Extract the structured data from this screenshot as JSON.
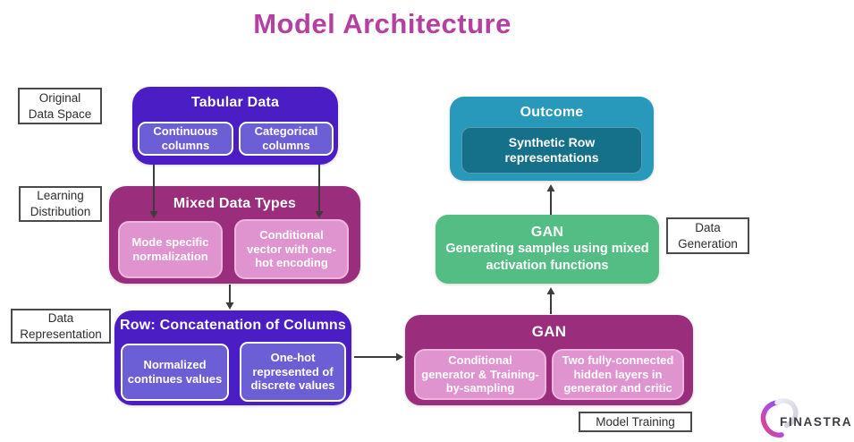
{
  "title": "Model Architecture",
  "labels": {
    "original_data_space": {
      "line1": "Original",
      "line2": "Data Space"
    },
    "learning_distribution": {
      "line1": "Learning",
      "line2": "Distribution"
    },
    "data_representation": {
      "line1": "Data",
      "line2": "Representation"
    },
    "data_generation": {
      "line1": "Data",
      "line2": "Generation"
    },
    "model_training": {
      "text": "Model Training"
    }
  },
  "nodes": {
    "tabular_data": {
      "title": "Tabular Data",
      "sub1": "Continuous columns",
      "sub2": "Categorical columns"
    },
    "mixed_data_types": {
      "title": "Mixed Data Types",
      "sub1": "Mode specific normalization",
      "sub2": "Conditional vector with one-hot encoding"
    },
    "row_concatenation": {
      "title": "Row: Concatenation of Columns",
      "sub1": "Normalized continues values",
      "sub2": "One-hot represented of discrete values"
    },
    "gan_training": {
      "title": "GAN",
      "sub1": "Conditional generator & Training-by-sampling",
      "sub2": "Two fully-connected hidden layers in generator and critic"
    },
    "gan_generation": {
      "title": "GAN",
      "subtitle": "Generating samples using mixed activation functions"
    },
    "outcome": {
      "title": "Outcome",
      "sub1": "Synthetic Row representations"
    }
  },
  "logo": {
    "brand": "FINASTRA"
  },
  "colors": {
    "title_text": "#B540A1",
    "purple_box": "#4B1EC5",
    "purple_sub": "#6C5FD5",
    "plum_box": "#9B2D7D",
    "pink_sub": "#DF93CF",
    "green_box": "#53BD84",
    "teal_box": "#2899BA",
    "teal_sub": "#15708A",
    "arrow": "#3C3C3C",
    "label_border": "#4A4A4A",
    "label_text": "#2E2E2E"
  }
}
